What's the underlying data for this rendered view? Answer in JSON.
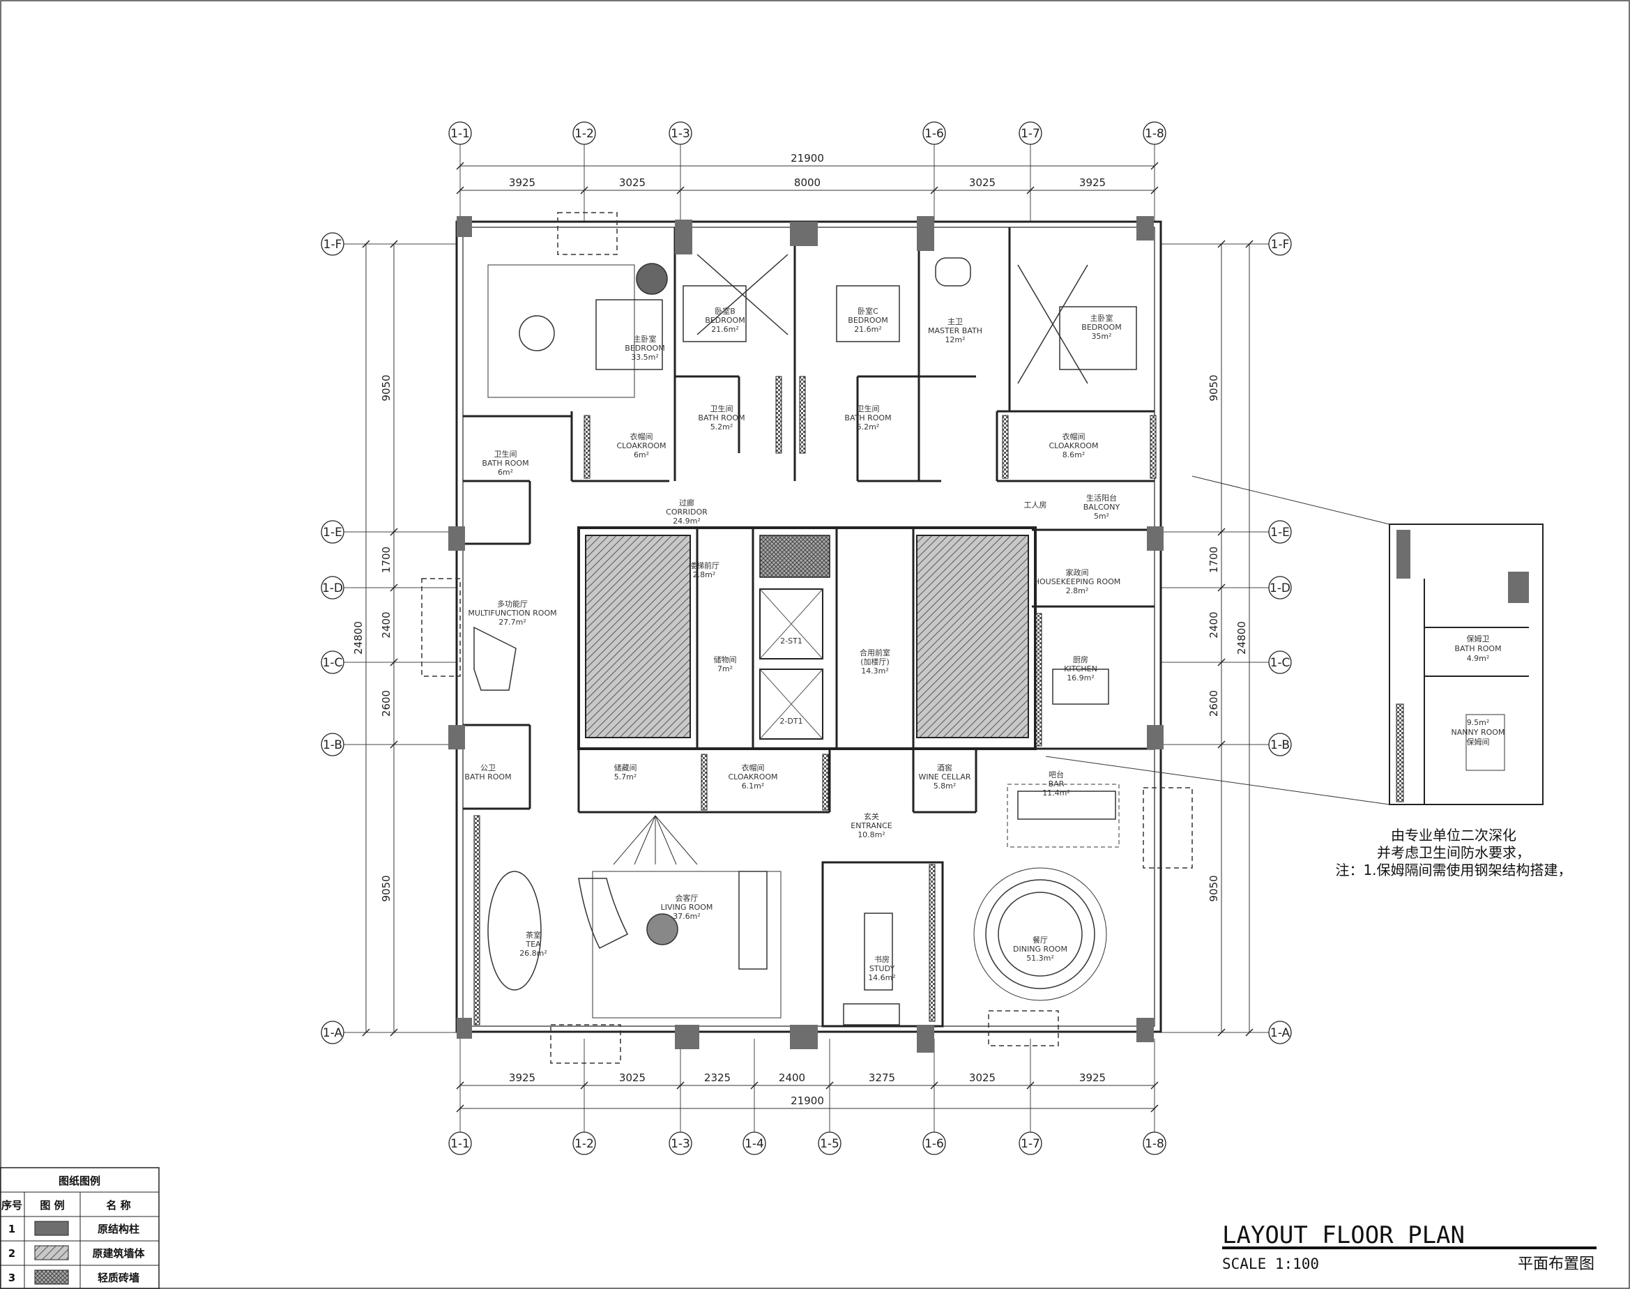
{
  "drawing": {
    "title": "LAYOUT FLOOR PLAN",
    "scale": "SCALE 1:100",
    "cn_title": "平面布置图"
  },
  "axes": {
    "columns": [
      "1-1",
      "1-2",
      "1-3",
      "1-4",
      "1-5",
      "1-6",
      "1-7",
      "1-8"
    ],
    "rows": [
      "1-F",
      "1-E",
      "1-D",
      "1-C",
      "1-B",
      "1-A"
    ]
  },
  "dimensions": {
    "total_width": "21900",
    "top_segments": [
      "3925",
      "3025",
      "8000",
      "3025",
      "3925"
    ],
    "bottom_segments": [
      "3925",
      "3025",
      "2325",
      "2400",
      "3275",
      "3025",
      "3925"
    ],
    "total_height": "24800",
    "side_segments": [
      "9050",
      "1700",
      "2400",
      "2600",
      "9050"
    ]
  },
  "rooms": [
    {
      "cn": "主卧室",
      "en": "BEDROOM",
      "area": "33.5m²"
    },
    {
      "cn": "卧室B",
      "en": "BEDROOM",
      "area": "21.6m²"
    },
    {
      "cn": "卧室C",
      "en": "BEDROOM",
      "area": "21.6m²"
    },
    {
      "cn": "主卫",
      "en": "MASTER BATH",
      "area": "12m²"
    },
    {
      "cn": "主卧室",
      "en": "BEDROOM",
      "area": "35m²"
    },
    {
      "cn": "卫生间",
      "en": "BATH ROOM",
      "area": "6m²"
    },
    {
      "cn": "衣帽间",
      "en": "CLOAKROOM",
      "area": "6m²"
    },
    {
      "cn": "卫生间",
      "en": "BATH ROOM",
      "area": "5.2m²"
    },
    {
      "cn": "卫生间",
      "en": "BATH ROOM",
      "area": "5.2m²"
    },
    {
      "cn": "衣帽间",
      "en": "CLOAKROOM",
      "area": "8.6m²"
    },
    {
      "cn": "工人房",
      "en": "",
      "area": ""
    },
    {
      "cn": "生活阳台",
      "en": "BALCONY",
      "area": "5m²"
    },
    {
      "cn": "过廊",
      "en": "CORRIDOR",
      "area": "24.9m²"
    },
    {
      "cn": "楼梯前厅",
      "en": "",
      "area": "2.8m²"
    },
    {
      "cn": "储物间",
      "en": "",
      "area": "7m²"
    },
    {
      "cn": "合用前室",
      "en": "(加楼厅)",
      "area": "14.3m²"
    },
    {
      "cn": "家政间",
      "en": "HOUSEKEEPING ROOM",
      "area": "2.8m²"
    },
    {
      "cn": "多功能厅",
      "en": "MULTIFUNCTION ROOM",
      "area": "27.7m²"
    },
    {
      "cn": "厨房",
      "en": "KITCHEN",
      "area": "16.9m²"
    },
    {
      "cn": "公卫",
      "en": "BATH ROOM",
      "area": ""
    },
    {
      "cn": "储藏间",
      "en": "",
      "area": "5.7m²"
    },
    {
      "cn": "衣帽间",
      "en": "CLOAKROOM",
      "area": "6.1m²"
    },
    {
      "cn": "玄关",
      "en": "ENTRANCE",
      "area": "10.8m²"
    },
    {
      "cn": "酒窖",
      "en": "WINE CELLAR",
      "area": "5.8m²"
    },
    {
      "cn": "吧台",
      "en": "BAR",
      "area": "11.4m²"
    },
    {
      "cn": "茶室",
      "en": "TEA",
      "area": "26.8m²"
    },
    {
      "cn": "会客厅",
      "en": "LIVING ROOM",
      "area": "37.6m²"
    },
    {
      "cn": "书房",
      "en": "STUDY",
      "area": "14.6m²"
    },
    {
      "cn": "餐厅",
      "en": "DINING ROOM",
      "area": "51.3m²"
    },
    {
      "cn": "保姆卫",
      "en": "BATH ROOM",
      "area": "4.9m²"
    },
    {
      "cn": "保姆间",
      "en": "NANNY ROOM",
      "area": "9.5m²"
    }
  ],
  "elevators": [
    {
      "label": "2-ST1"
    },
    {
      "label": "2-ST1"
    },
    {
      "label": "2-DT1"
    }
  ],
  "notes": {
    "line1": "由专业单位二次深化",
    "line2": "并考虑卫生间防水要求，",
    "line3": "注：1.保姆隔间需使用钢架结构搭建，"
  },
  "legend": {
    "title": "图纸图例",
    "headers": [
      "序号",
      "图 例",
      "名 称"
    ],
    "rows": [
      {
        "no": "1",
        "name": "原结构柱"
      },
      {
        "no": "2",
        "name": "原建筑墙体"
      },
      {
        "no": "3",
        "name": "轻质砖墙"
      }
    ]
  },
  "colors": {
    "line": "#222222",
    "column": "#6e6e6e",
    "hatch": "#9a9a9a",
    "paper": "#ffffff"
  }
}
